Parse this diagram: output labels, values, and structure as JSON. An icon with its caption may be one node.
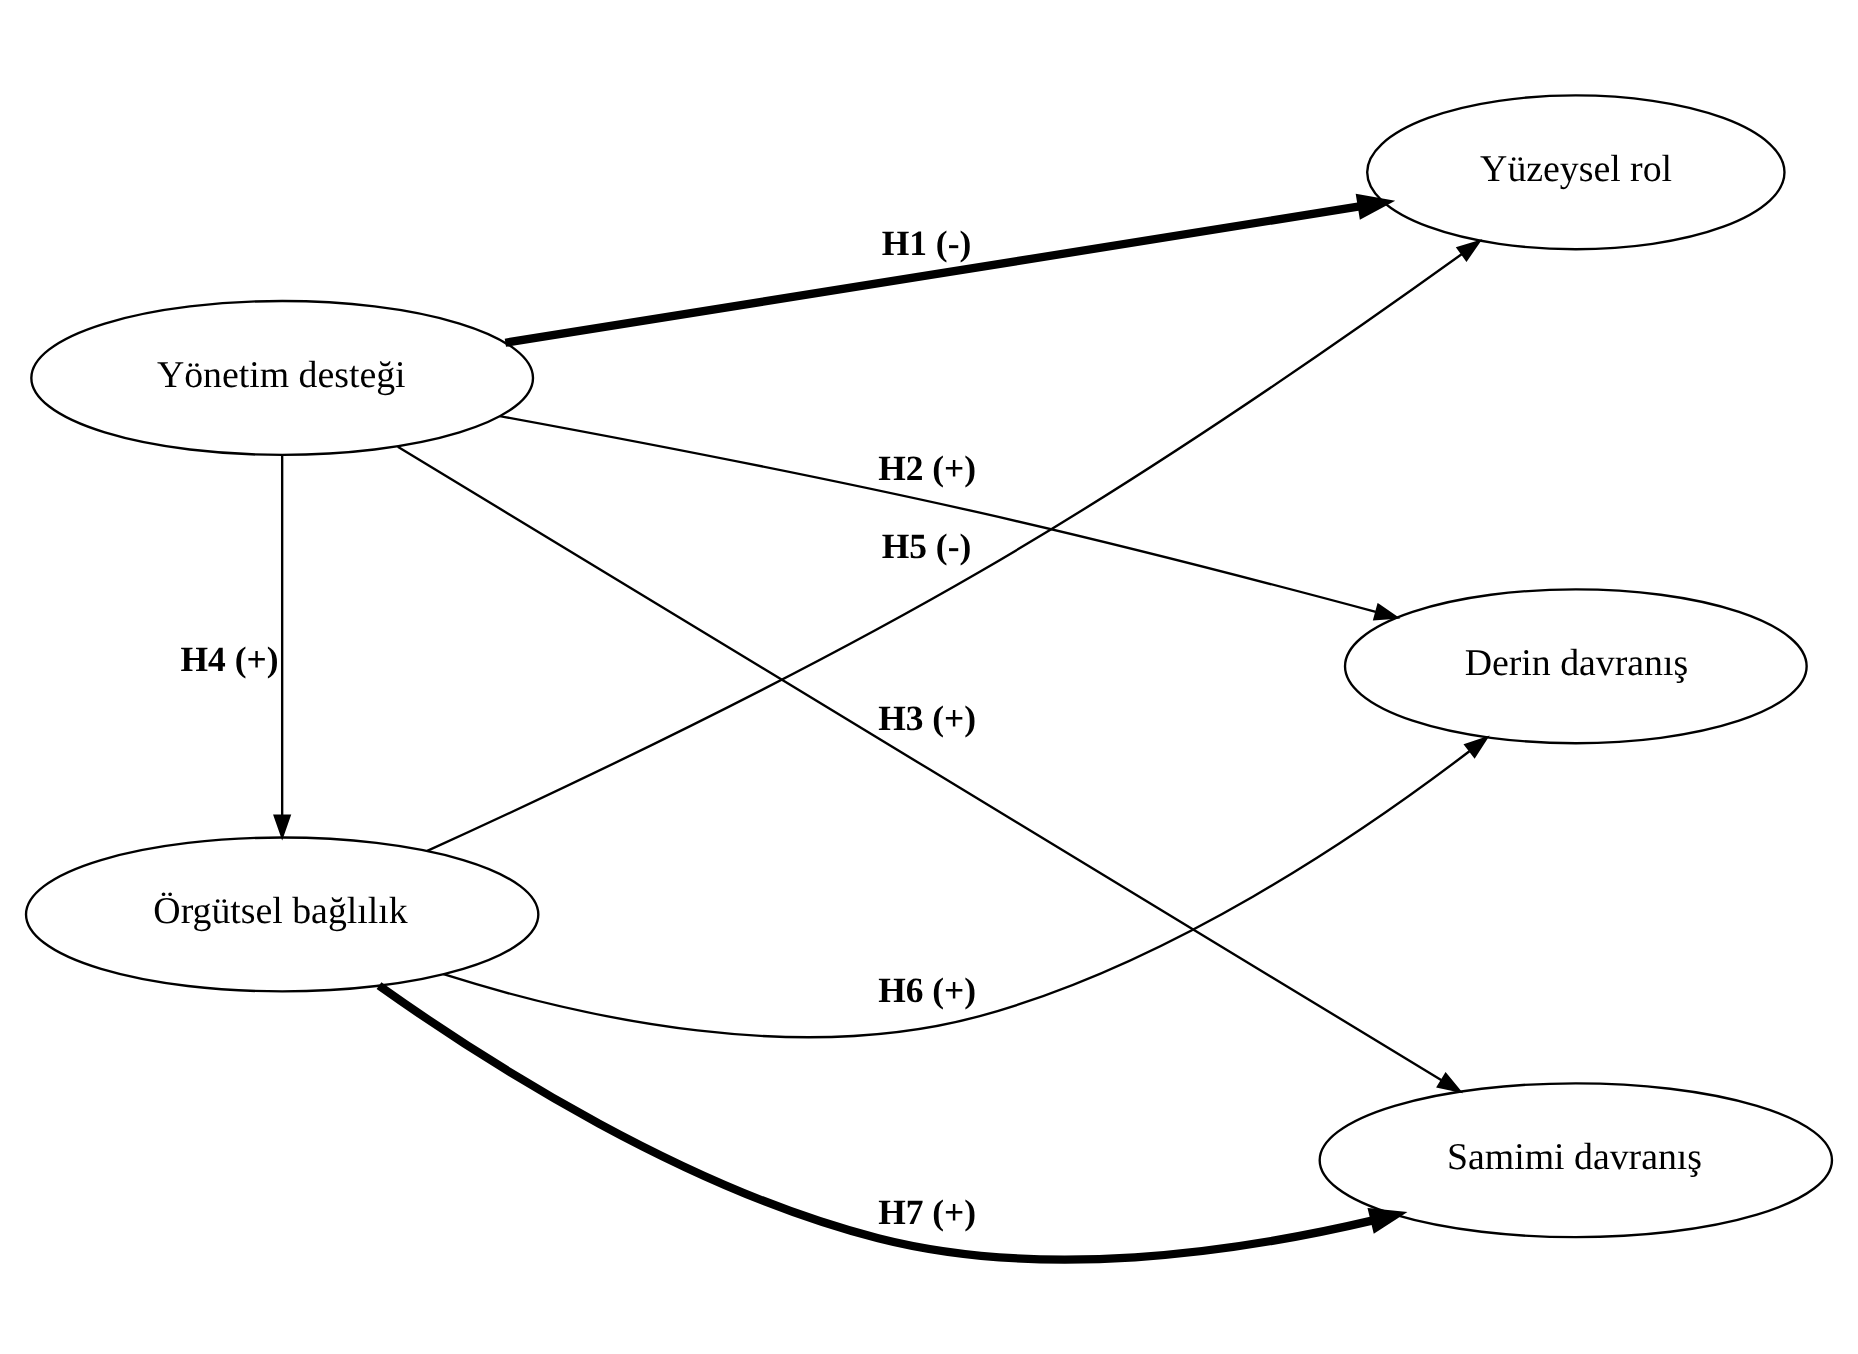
{
  "diagram": {
    "nodes": [
      {
        "text": [
          "Yönetim desteği"
        ]
      },
      {
        "text": [
          "Yüzeysel rol"
        ]
      },
      {
        "text": [
          "Derin davranış"
        ]
      },
      {
        "text": [
          "Samimi davranış"
        ]
      },
      {
        "text": [
          "Örgütsel bağlılık"
        ]
      }
    ],
    "edges": [
      {
        "from": 0,
        "to": 1,
        "arrow": "to",
        "label": "H1 (-)",
        "style": "thick"
      },
      {
        "from": 0,
        "to": 2,
        "arrow": "to",
        "label": "H2 (+)"
      },
      {
        "from": 0,
        "to": 3,
        "arrow": "to",
        "label": "H3 (+)"
      },
      {
        "from": 0,
        "to": 4,
        "arrow": "to",
        "label": "H4 (+)"
      },
      {
        "from": 4,
        "to": 1,
        "arrow": "to",
        "label": "H5 (-)"
      },
      {
        "from": 4,
        "to": 2,
        "arrow": "to",
        "label": "H6 (+)"
      },
      {
        "from": 4,
        "to": 3,
        "arrow": "to",
        "label": "H7 (+)",
        "style": "thick"
      }
    ]
  }
}
